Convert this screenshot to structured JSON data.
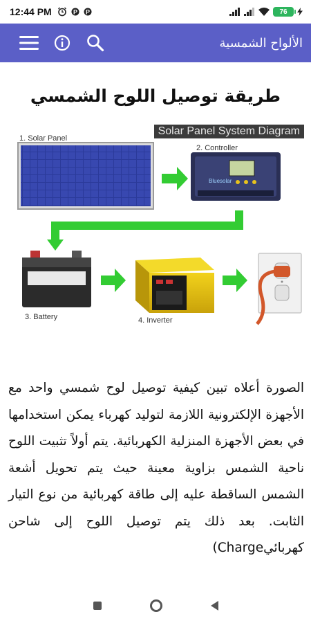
{
  "status_bar": {
    "time": "12:44 PM",
    "battery": "76",
    "icons": [
      "alarm-icon",
      "p-icon",
      "p-icon",
      "signal-icon",
      "signal-icon",
      "wifi-icon",
      "battery-icon",
      "charging-icon"
    ]
  },
  "app_bar": {
    "title": "الألواح الشمسية",
    "icons": [
      "menu-icon",
      "info-icon",
      "search-icon"
    ]
  },
  "article": {
    "title": "طريقة توصيل اللوح الشمسي",
    "diagram": {
      "banner": "Solar Panel System Diagram",
      "labels": {
        "panel": "1. Solar Panel",
        "controller": "2. Controller",
        "battery": "3. Battery",
        "inverter": "4. Inverter"
      },
      "controller_brand": "Bluesolar"
    },
    "body": "الصورة أعلاه تبين كيفية توصيل لوح شمسي واحد مع الأجهزة الإلكترونية اللازمة لتوليد كهرباء يمكن استخدامها في بعض الأجهزة المنزلية الكهربائية. يتم أولاً تثبيت اللوح ناحية الشمس بزاوية معينة حيث يتم تحويل أشعة الشمس الساقطة عليه إلى طاقة كهربائية من نوع التيار الثابت. بعد ذلك يتم توصيل اللوح إلى شاحن كهربائيCharge)"
  },
  "colors": {
    "app_bar": "#5b5fc7",
    "arrow_green": "#33cc33",
    "battery_green": "#2db55d"
  },
  "nav_bar": {
    "icons": [
      "recent-apps-icon",
      "home-icon",
      "back-icon"
    ]
  }
}
